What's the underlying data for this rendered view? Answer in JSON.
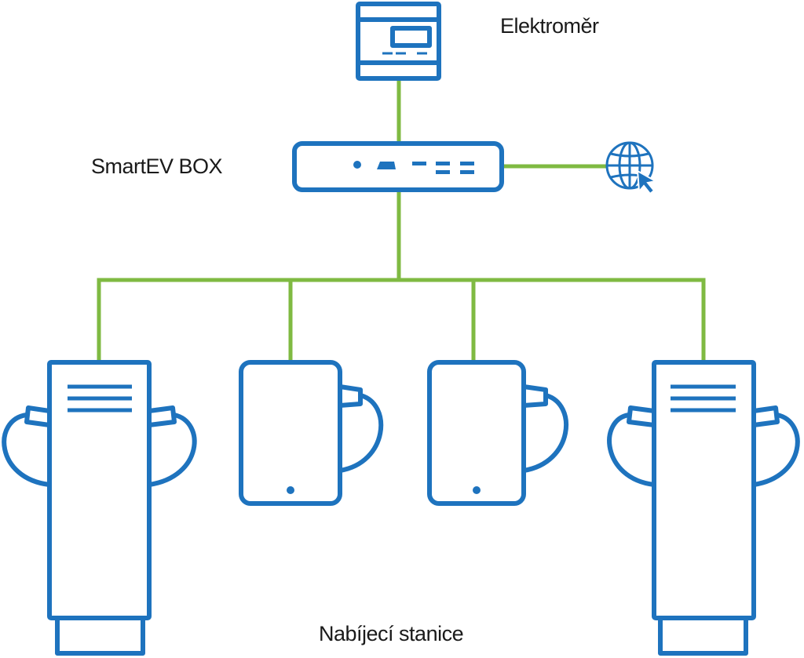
{
  "colors": {
    "device_stroke": "#1e73be",
    "wire": "#7fba42",
    "text": "#1a1a1a",
    "background": "#ffffff"
  },
  "labels": {
    "meter": "Elektroměr",
    "box": "SmartEV BOX",
    "stations": "Nabíjecí stanice"
  },
  "icons": {
    "meter": "electricity-meter-icon",
    "box": "router-box-icon",
    "internet": "globe-cursor-icon",
    "station_tall": "tall-charging-station-icon",
    "station_wallbox": "wallbox-charger-icon"
  },
  "nodes": [
    {
      "id": "meter",
      "label": "Elektroměr"
    },
    {
      "id": "box",
      "label": "SmartEV BOX"
    },
    {
      "id": "internet"
    },
    {
      "id": "station-1",
      "group": "stations"
    },
    {
      "id": "station-2",
      "group": "stations"
    },
    {
      "id": "station-3",
      "group": "stations"
    },
    {
      "id": "station-4",
      "group": "stations"
    }
  ],
  "edges": [
    {
      "from": "meter",
      "to": "box"
    },
    {
      "from": "box",
      "to": "internet"
    },
    {
      "from": "box",
      "to": "station-1"
    },
    {
      "from": "box",
      "to": "station-2"
    },
    {
      "from": "box",
      "to": "station-3"
    },
    {
      "from": "box",
      "to": "station-4"
    }
  ]
}
